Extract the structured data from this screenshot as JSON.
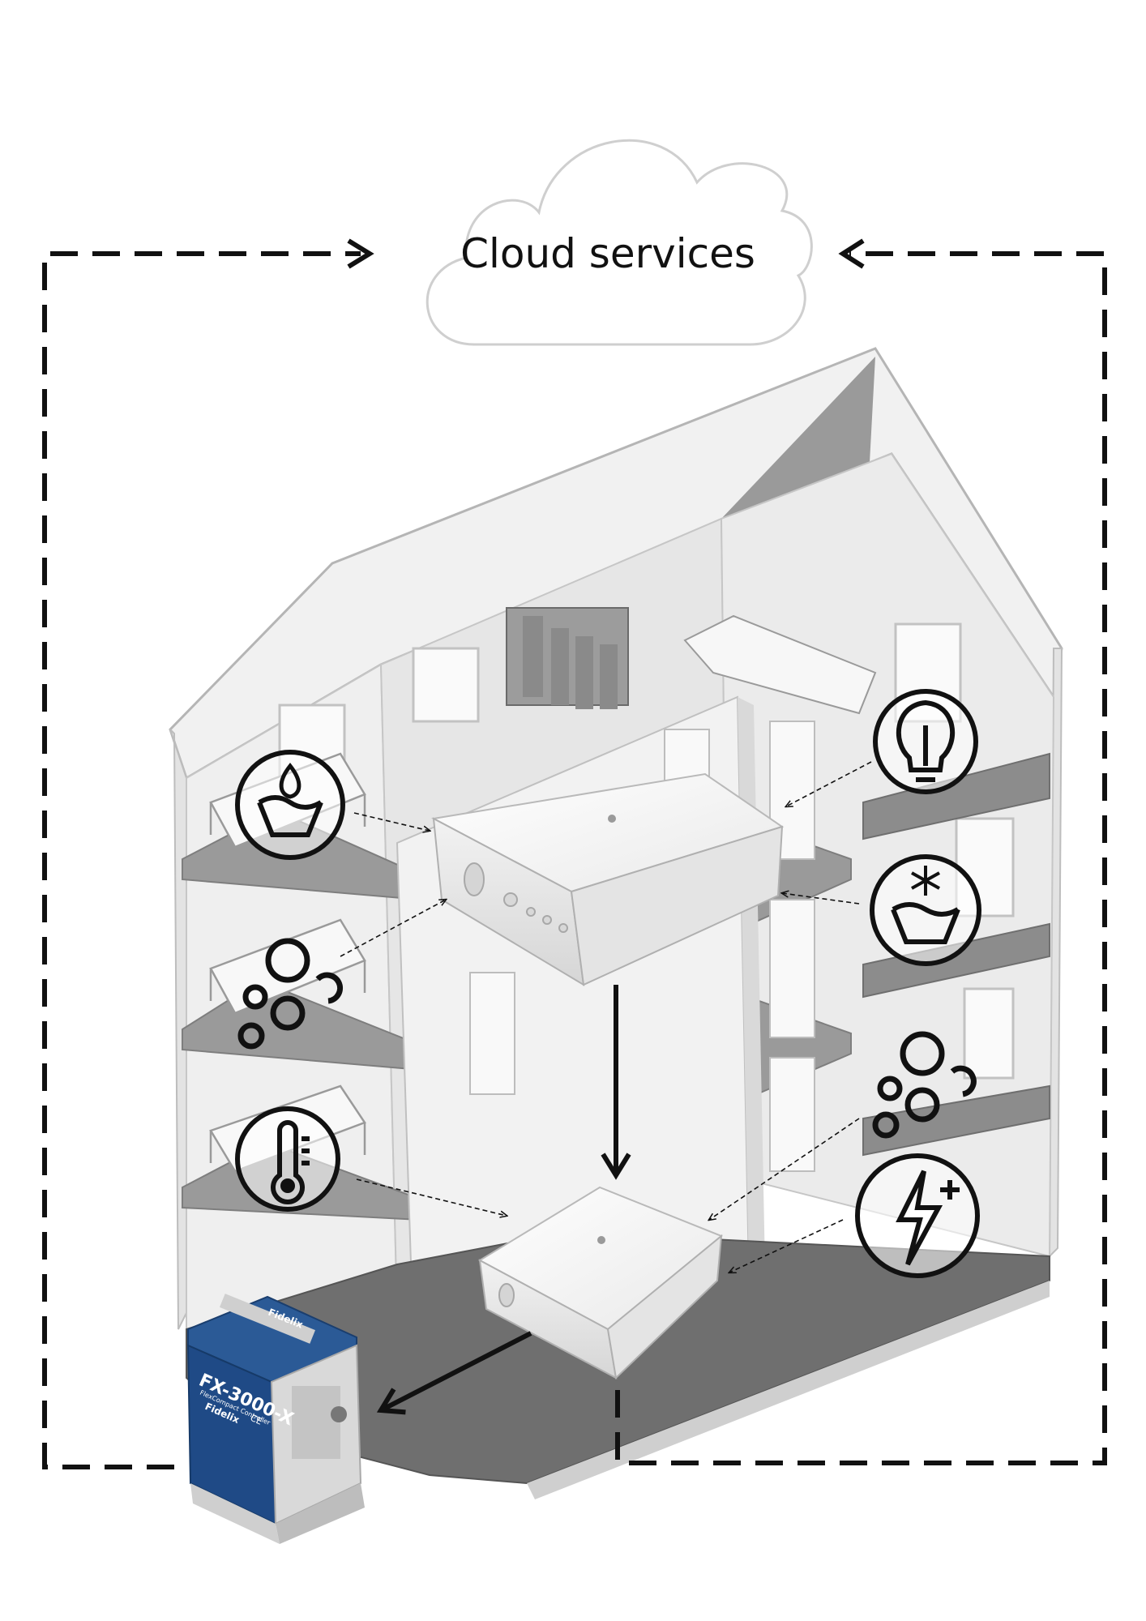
{
  "cloud": {
    "label": "Cloud services"
  },
  "controller": {
    "brand": "Fidelix",
    "model": "FX-3000-X",
    "subtitle": "FlexCompact Controller",
    "ce_mark": "CE"
  },
  "sensor_icons": [
    "hot-water-icon",
    "air-quality-icon",
    "temperature-icon",
    "lighting-icon",
    "cold-water-icon",
    "air-quality-icon",
    "energy-icon"
  ],
  "colors": {
    "controller_blue": "#1f4a86",
    "line": "#111111",
    "floor_dark": "#6f6f6f",
    "floor_mid": "#9a9a9a",
    "wall_light": "#ececec"
  }
}
